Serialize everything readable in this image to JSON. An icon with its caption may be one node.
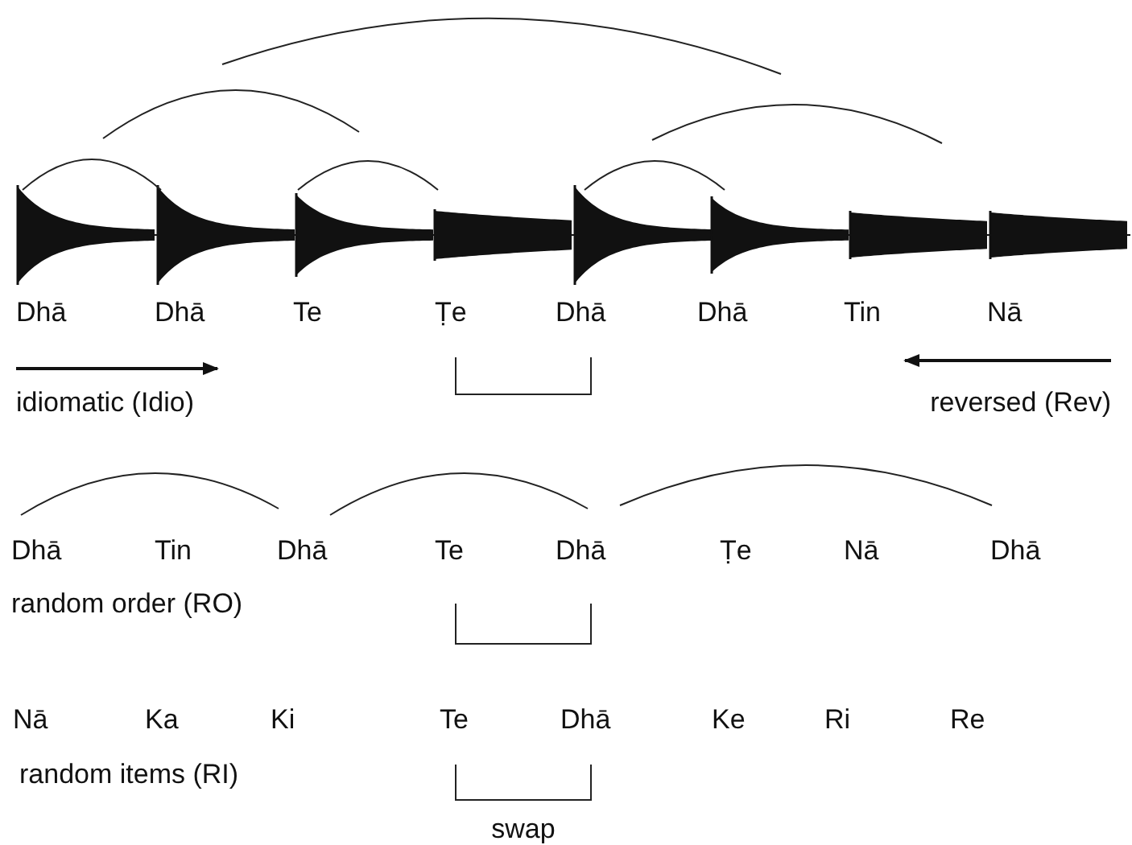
{
  "diagram": {
    "labels": [
      "Dhā",
      "Dhā",
      "Te",
      "Ṭe",
      "Dhā",
      "Dhā",
      "Tin",
      "Nā",
      "idiomatic (Idio)",
      "reversed (Rev)",
      "Dhā",
      "Tin",
      "Dhā",
      "Te",
      "Dhā",
      "Ṭe",
      "Nā",
      "Dhā",
      "random order (RO)",
      "Nā",
      "Ka",
      "Ki",
      "Te",
      "Dhā",
      "Ke",
      "Ri",
      "Re",
      "random items (RI)",
      "swap"
    ]
  }
}
